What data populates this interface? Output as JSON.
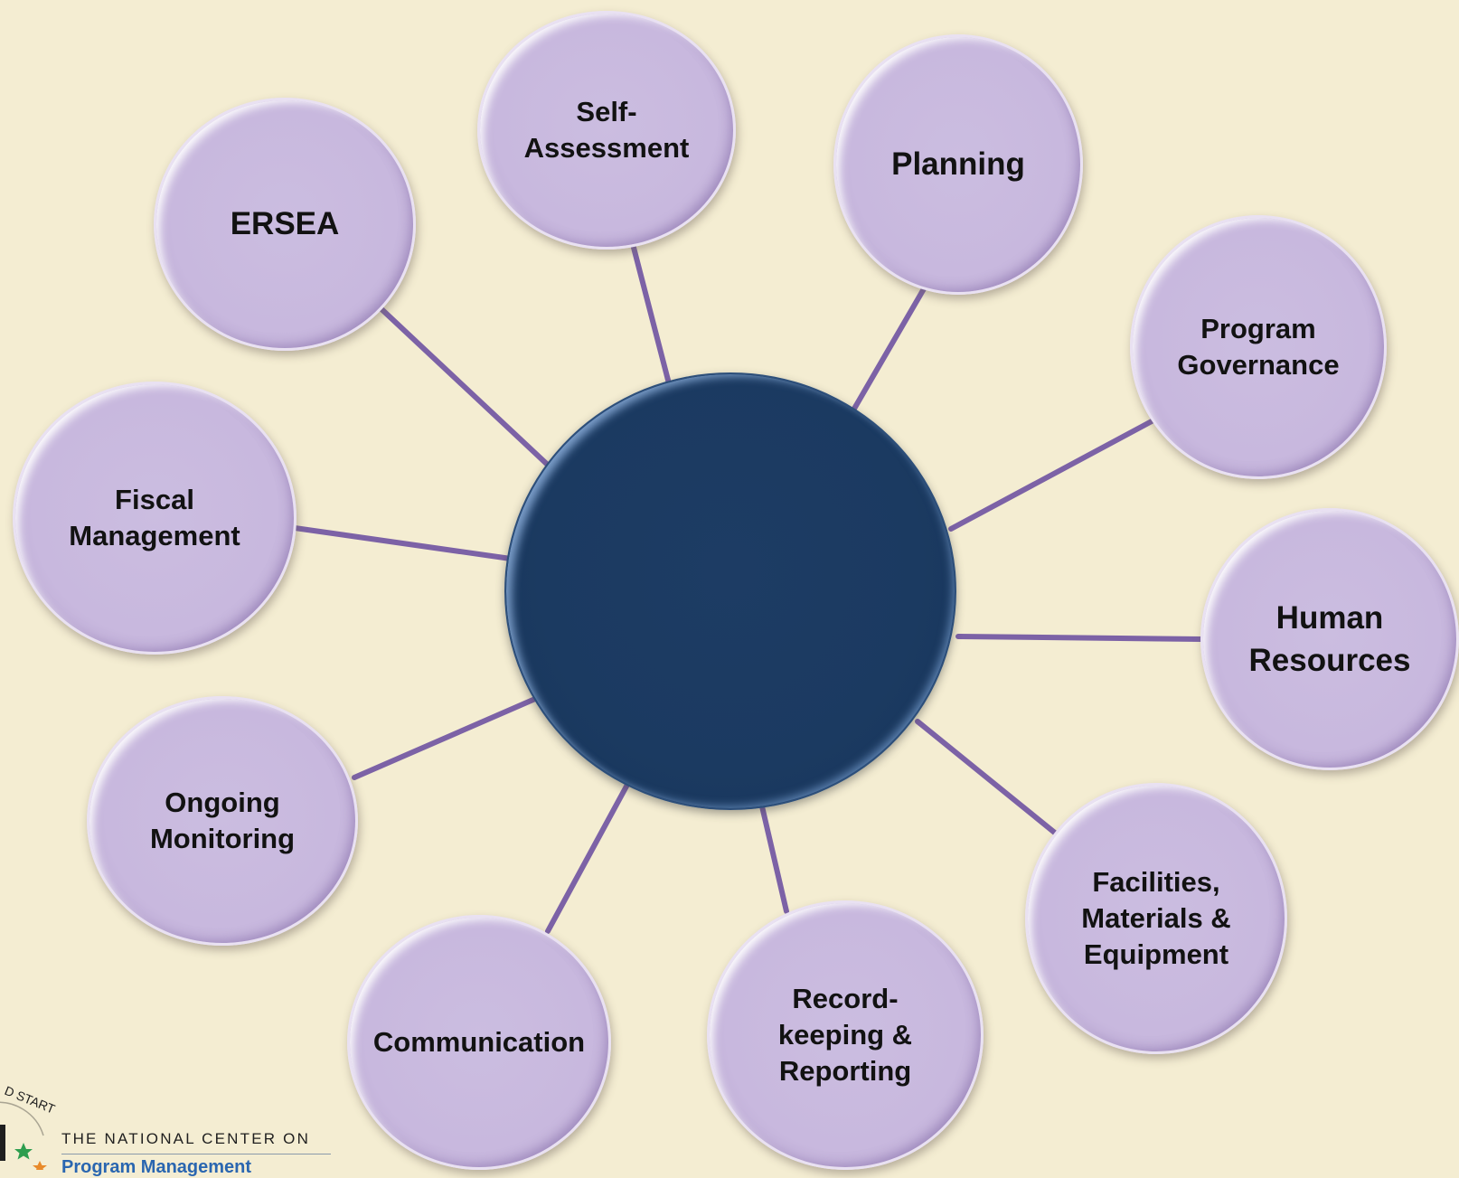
{
  "diagram": {
    "center_label": "",
    "nodes": [
      {
        "id": "ersea",
        "label": "ERSEA"
      },
      {
        "id": "self-assessment",
        "label": "Self-\nAssessment"
      },
      {
        "id": "planning",
        "label": "Planning"
      },
      {
        "id": "program-governance",
        "label": "Program\nGovernance"
      },
      {
        "id": "human-resources",
        "label": "Human\nResources"
      },
      {
        "id": "facilities-materials-equipment",
        "label": "Facilities,\nMaterials &\nEquipment"
      },
      {
        "id": "recordkeeping-reporting",
        "label": "Record-\nkeeping &\nReporting"
      },
      {
        "id": "communication",
        "label": "Communication"
      },
      {
        "id": "ongoing-monitoring",
        "label": "Ongoing\nMonitoring"
      },
      {
        "id": "fiscal-management",
        "label": "Fiscal\nManagement"
      }
    ]
  },
  "logo": {
    "seal_text": "HEAD START",
    "line1": "THE NATIONAL CENTER ON",
    "line2": "Program Management"
  },
  "colors": {
    "background": "#f4edd2",
    "hub": "#1b3a61",
    "node_fill": "#c8b8de",
    "connector": "#7c62a6",
    "label_text": "#121212",
    "logo_blue": "#2a66b0"
  }
}
